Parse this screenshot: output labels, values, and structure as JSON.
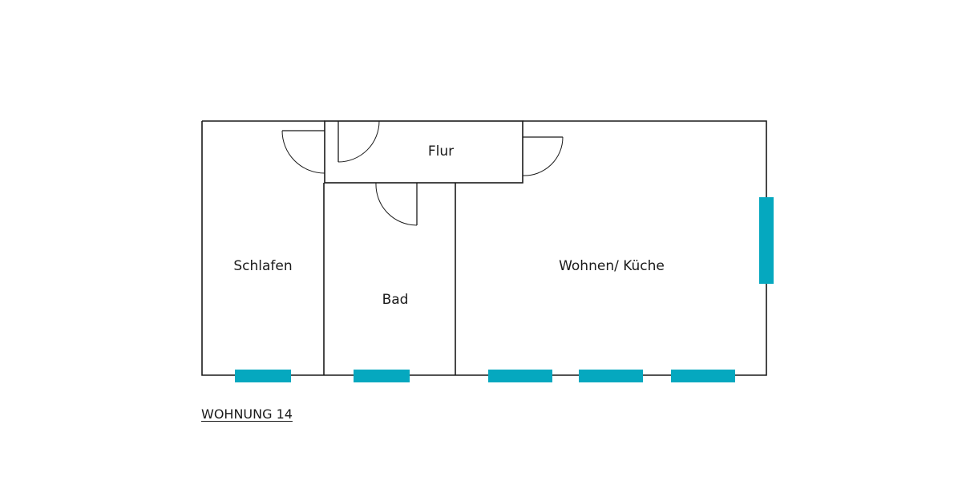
{
  "plan": {
    "title": "WOHNUNG 14",
    "window_color": "#05a8bf",
    "wall_color": "#1a1a1a",
    "rooms": {
      "schlafen": "Schlafen",
      "flur": "Flur",
      "bad": "Bad",
      "wohnen": "Wohnen/ Küche"
    }
  }
}
